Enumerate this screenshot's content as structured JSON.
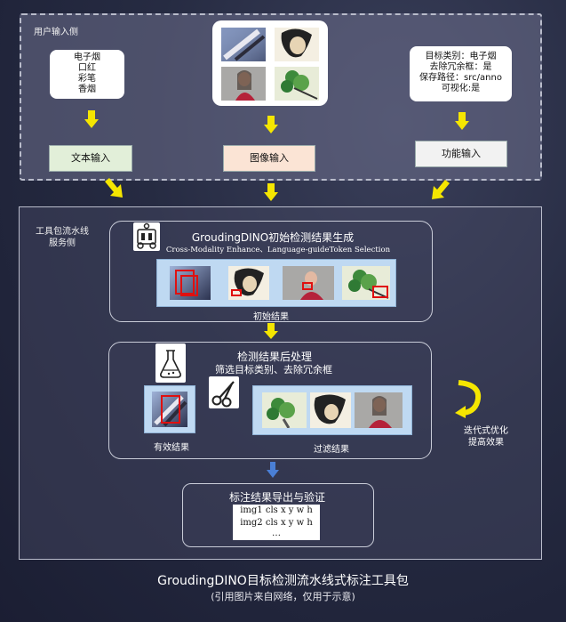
{
  "user_side": {
    "label": "用户输入侧",
    "text_box_lines": [
      "电子烟",
      "口红",
      "彩笔",
      "香烟"
    ],
    "func_box_lines": [
      "目标类别：电子烟",
      "去除冗余框：是",
      "保存路径：src/anno",
      "可视化:是"
    ],
    "text_input": "文本输入",
    "image_input": "图像输入",
    "func_input": "功能输入"
  },
  "service_side": {
    "label_line1": "工具包流水线",
    "label_line2": "服务侧",
    "stage1_title": "GroudingDINO初始检测结果生成",
    "stage1_subtitle": "Cross-Modality Enhance、Language-guideToken  Selection",
    "stage1_caption": "初始结果",
    "stage2_title": "检测结果后处理",
    "stage2_subtitle": "筛选目标类别、去除冗余框",
    "valid_caption": "有效结果",
    "filter_caption": "过滤结果",
    "loop_line1": "迭代式优化",
    "loop_line2": "提高效果",
    "stage3_title": "标注结果导出与验证",
    "stage3_lines": [
      "img1 cls x y w h",
      "img2 cls x y w h",
      "…"
    ]
  },
  "footer": {
    "title": "GroudingDINO目标检测流水线式标注工具包",
    "subtitle": "(引用图片来自网络，仅用于示意)"
  },
  "colors": {
    "text_input_bg": "#e2efd9",
    "image_input_bg": "#fbe4d5",
    "func_input_bg": "#f2f2f2",
    "arrow_yellow": "#f5e600",
    "arrow_blue": "#4a7fd6",
    "box_red": "#e01010"
  }
}
